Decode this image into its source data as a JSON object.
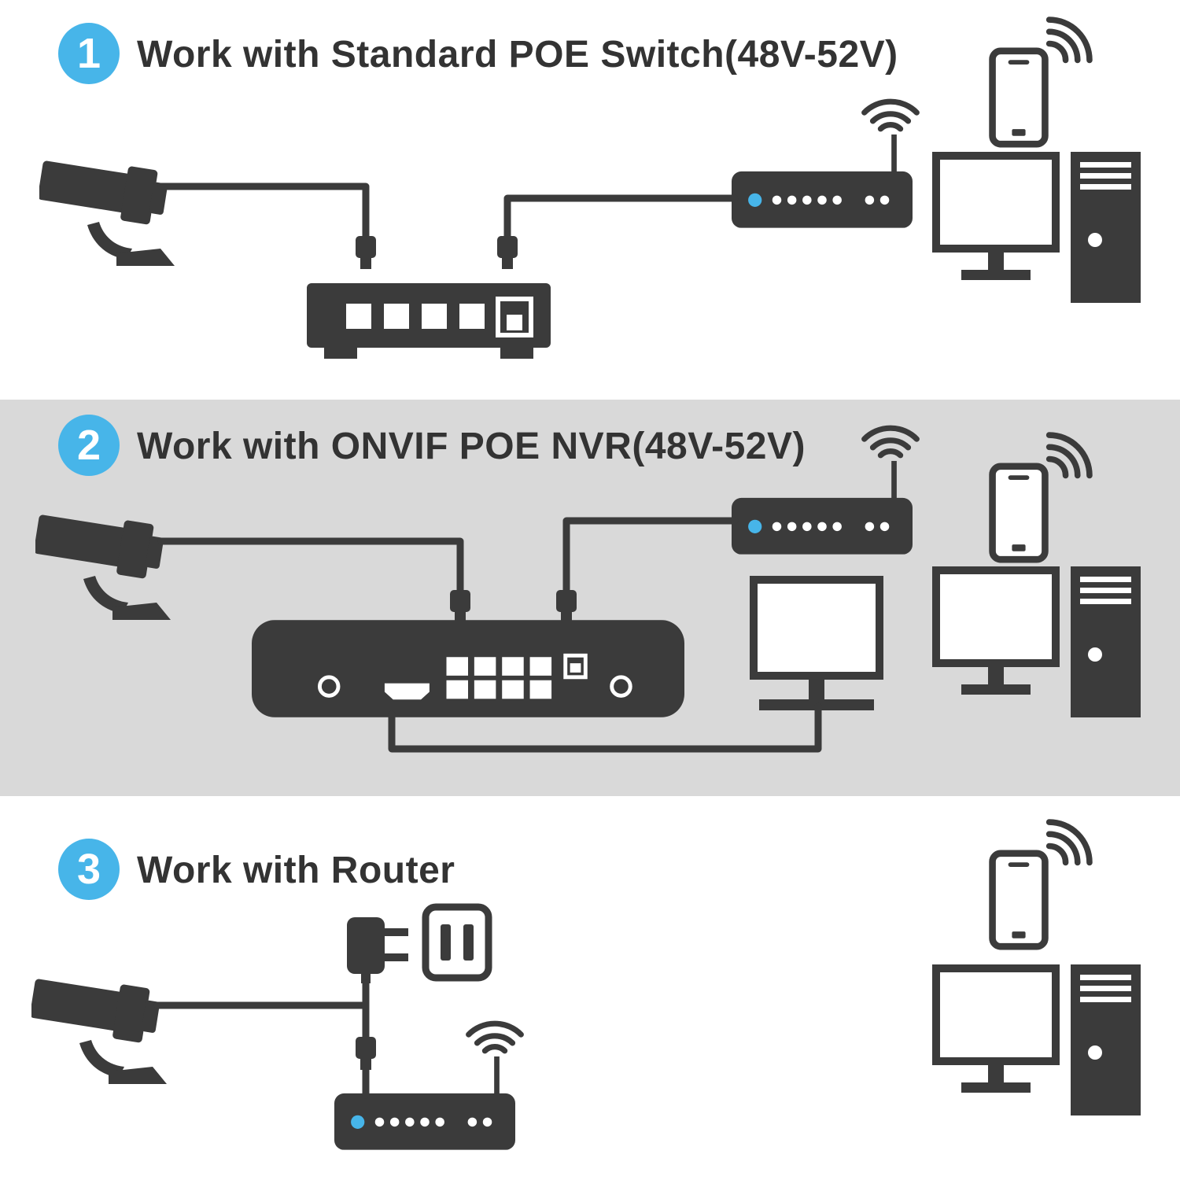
{
  "theme": {
    "accent": "#47b5e9",
    "dark": "#3b3b3b",
    "section-bg": "#d9d9d9",
    "page-bg": "#ffffff",
    "title-color": "#333333"
  },
  "sections": [
    {
      "number": "1",
      "title": "Work with Standard POE Switch(48V-52V)"
    },
    {
      "number": "2",
      "title": "Work with ONVIF POE NVR(48V-52V)"
    },
    {
      "number": "3",
      "title": "Work with Router"
    }
  ],
  "icons": {
    "camera": "security-camera-icon",
    "switch": "poe-switch-icon",
    "router": "wifi-router-icon",
    "wifi": "wifi-signal-icon",
    "pc": "desktop-pc-icon",
    "monitor": "monitor-icon",
    "phone": "smartphone-icon",
    "nvr": "poe-nvr-icon",
    "adapter": "power-adapter-icon",
    "outlet": "wall-outlet-icon",
    "plug": "cable-plug-icon"
  }
}
